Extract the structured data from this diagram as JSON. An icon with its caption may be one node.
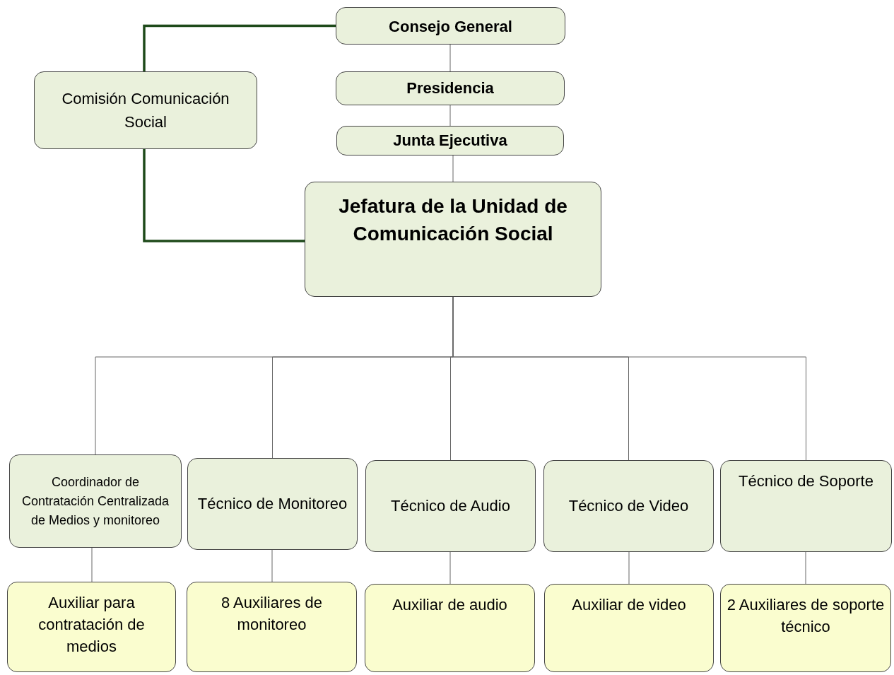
{
  "diagram": {
    "nodes": [
      {
        "text": [
          "Consejo General"
        ]
      },
      {
        "text": [
          "Comisión Comunicación Social"
        ]
      },
      {
        "text": [
          "Presidencia"
        ]
      },
      {
        "text": [
          "Junta Ejecutiva"
        ]
      },
      {
        "text": [
          "Jefatura de la Unidad de Comunicación Social"
        ]
      },
      {
        "text": [
          "Coordinador de Contratación Centralizada de Medios y monitoreo"
        ]
      },
      {
        "text": [
          "Técnico de Monitoreo"
        ]
      },
      {
        "text": [
          "Técnico de Audio"
        ]
      },
      {
        "text": [
          "Técnico de Video"
        ]
      },
      {
        "text": [
          "Técnico de Soporte"
        ]
      },
      {
        "text": [
          "Auxiliar para contratación de medios"
        ]
      },
      {
        "text": [
          "8 Auxiliares de monitoreo"
        ]
      },
      {
        "text": [
          "Auxiliar de audio"
        ]
      },
      {
        "text": [
          "Auxiliar de video"
        ]
      },
      {
        "text": [
          "2 Auxiliares de soporte técnico"
        ]
      }
    ],
    "edges": [
      {
        "from": 0,
        "to": 2,
        "arrow": "none"
      },
      {
        "from": 2,
        "to": 3,
        "arrow": "none"
      },
      {
        "from": 3,
        "to": 4,
        "arrow": "none"
      },
      {
        "from": 1,
        "to": 0,
        "arrow": "none",
        "style": "thick",
        "color": "#1e4a1a"
      },
      {
        "from": 1,
        "to": 4,
        "arrow": "none",
        "style": "thick",
        "color": "#1e4a1a"
      },
      {
        "from": 4,
        "to": 5,
        "arrow": "none"
      },
      {
        "from": 4,
        "to": 6,
        "arrow": "none"
      },
      {
        "from": 4,
        "to": 7,
        "arrow": "none"
      },
      {
        "from": 4,
        "to": 8,
        "arrow": "none"
      },
      {
        "from": 4,
        "to": 9,
        "arrow": "none"
      },
      {
        "from": 5,
        "to": 10,
        "arrow": "none"
      },
      {
        "from": 6,
        "to": 11,
        "arrow": "none"
      },
      {
        "from": 7,
        "to": 12,
        "arrow": "none"
      },
      {
        "from": 8,
        "to": 13,
        "arrow": "none"
      },
      {
        "from": 9,
        "to": 14,
        "arrow": "none"
      }
    ]
  }
}
